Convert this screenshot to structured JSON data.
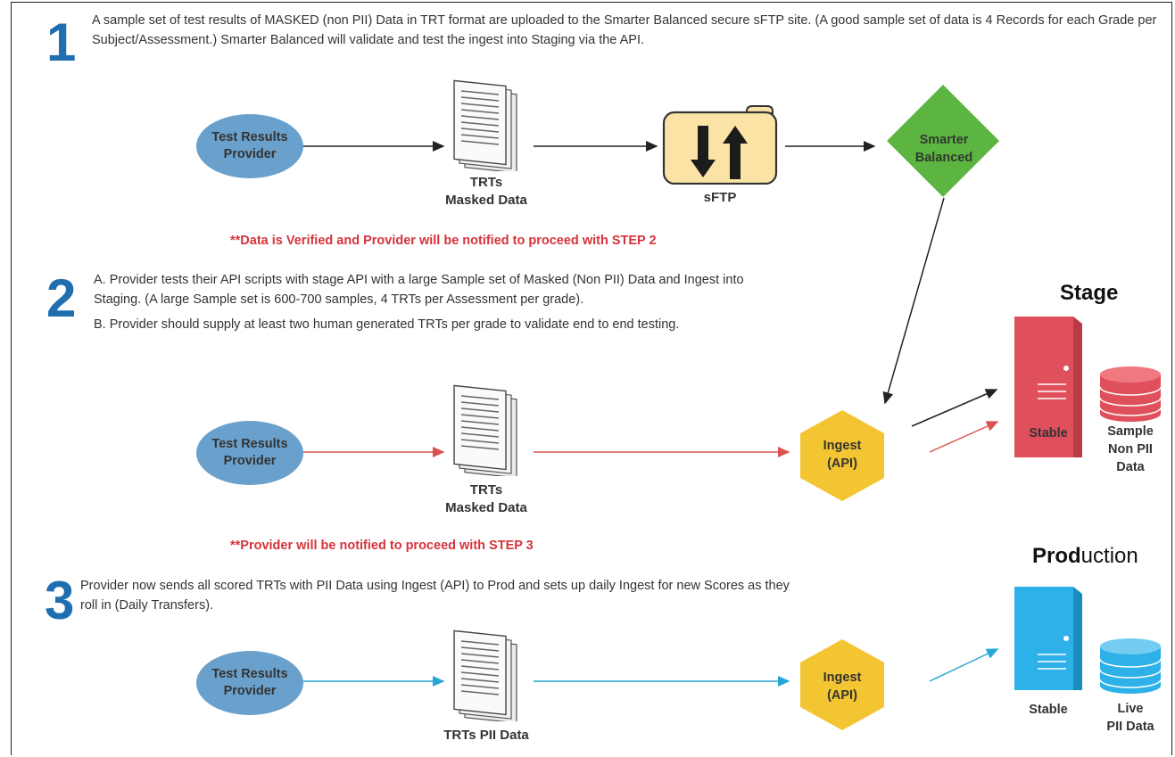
{
  "steps": {
    "one": {
      "number": "1",
      "text": "A sample set of test results of MASKED (non PII) Data in TRT format are uploaded to the Smarter Balanced secure sFTP site.  (A good sample set of data is 4 Records for each Grade per Subject/Assessment.) Smarter Balanced will validate and test the ingest into Staging via the API."
    },
    "two": {
      "number": "2",
      "item_a": "A.  Provider tests their API scripts with stage API with a large Sample set of Masked (Non PII) Data and Ingest into Staging.  (A large Sample set is 600-700 samples, 4 TRTs per Assessment per grade).",
      "item_b": "B.  Provider should supply at least two human generated TRTs per grade to validate end to end testing."
    },
    "three": {
      "number": "3",
      "text": "Provider now sends all scored TRTs with PII Data using Ingest (API) to Prod and sets up daily Ingest for new Scores as they roll in (Daily Transfers)."
    }
  },
  "notes": {
    "verified": "**Data is Verified and Provider will be notified to proceed with STEP 2",
    "step3": "**Provider will be notified to proceed with STEP 3"
  },
  "nodes": {
    "provider_line1": "Test Results",
    "provider_line2": "Provider",
    "trts_masked_line1": "TRTs",
    "trts_masked_line2": "Masked Data",
    "trts_pii": "TRTs PII Data",
    "sftp": "sFTP",
    "smarter_line1": "Smarter",
    "smarter_line2": "Balanced",
    "ingest_line1": "Ingest",
    "ingest_line2": "(API)"
  },
  "stage": {
    "title": "Stage",
    "server_label": "Stable",
    "db_line1": "Sample",
    "db_line2": "Non PII",
    "db_line3": "Data"
  },
  "production": {
    "title_bold": "Prod",
    "title_rest": "uction",
    "server_label": "Stable",
    "db_line1": "Live",
    "db_line2": "PII Data"
  },
  "colors": {
    "step_number": "#1f6fb0",
    "provider_ellipse": "#6aa1cc",
    "sftp_folder": "#fbe3a6",
    "smarter_diamond": "#5db541",
    "ingest_hexagon": "#f4c533",
    "stage_red": "#e0505c",
    "production_blue": "#2eb0e8",
    "note_red": "#d6333b",
    "arrow_step2": "#d9534f",
    "arrow_step3": "#2aa6d6"
  }
}
